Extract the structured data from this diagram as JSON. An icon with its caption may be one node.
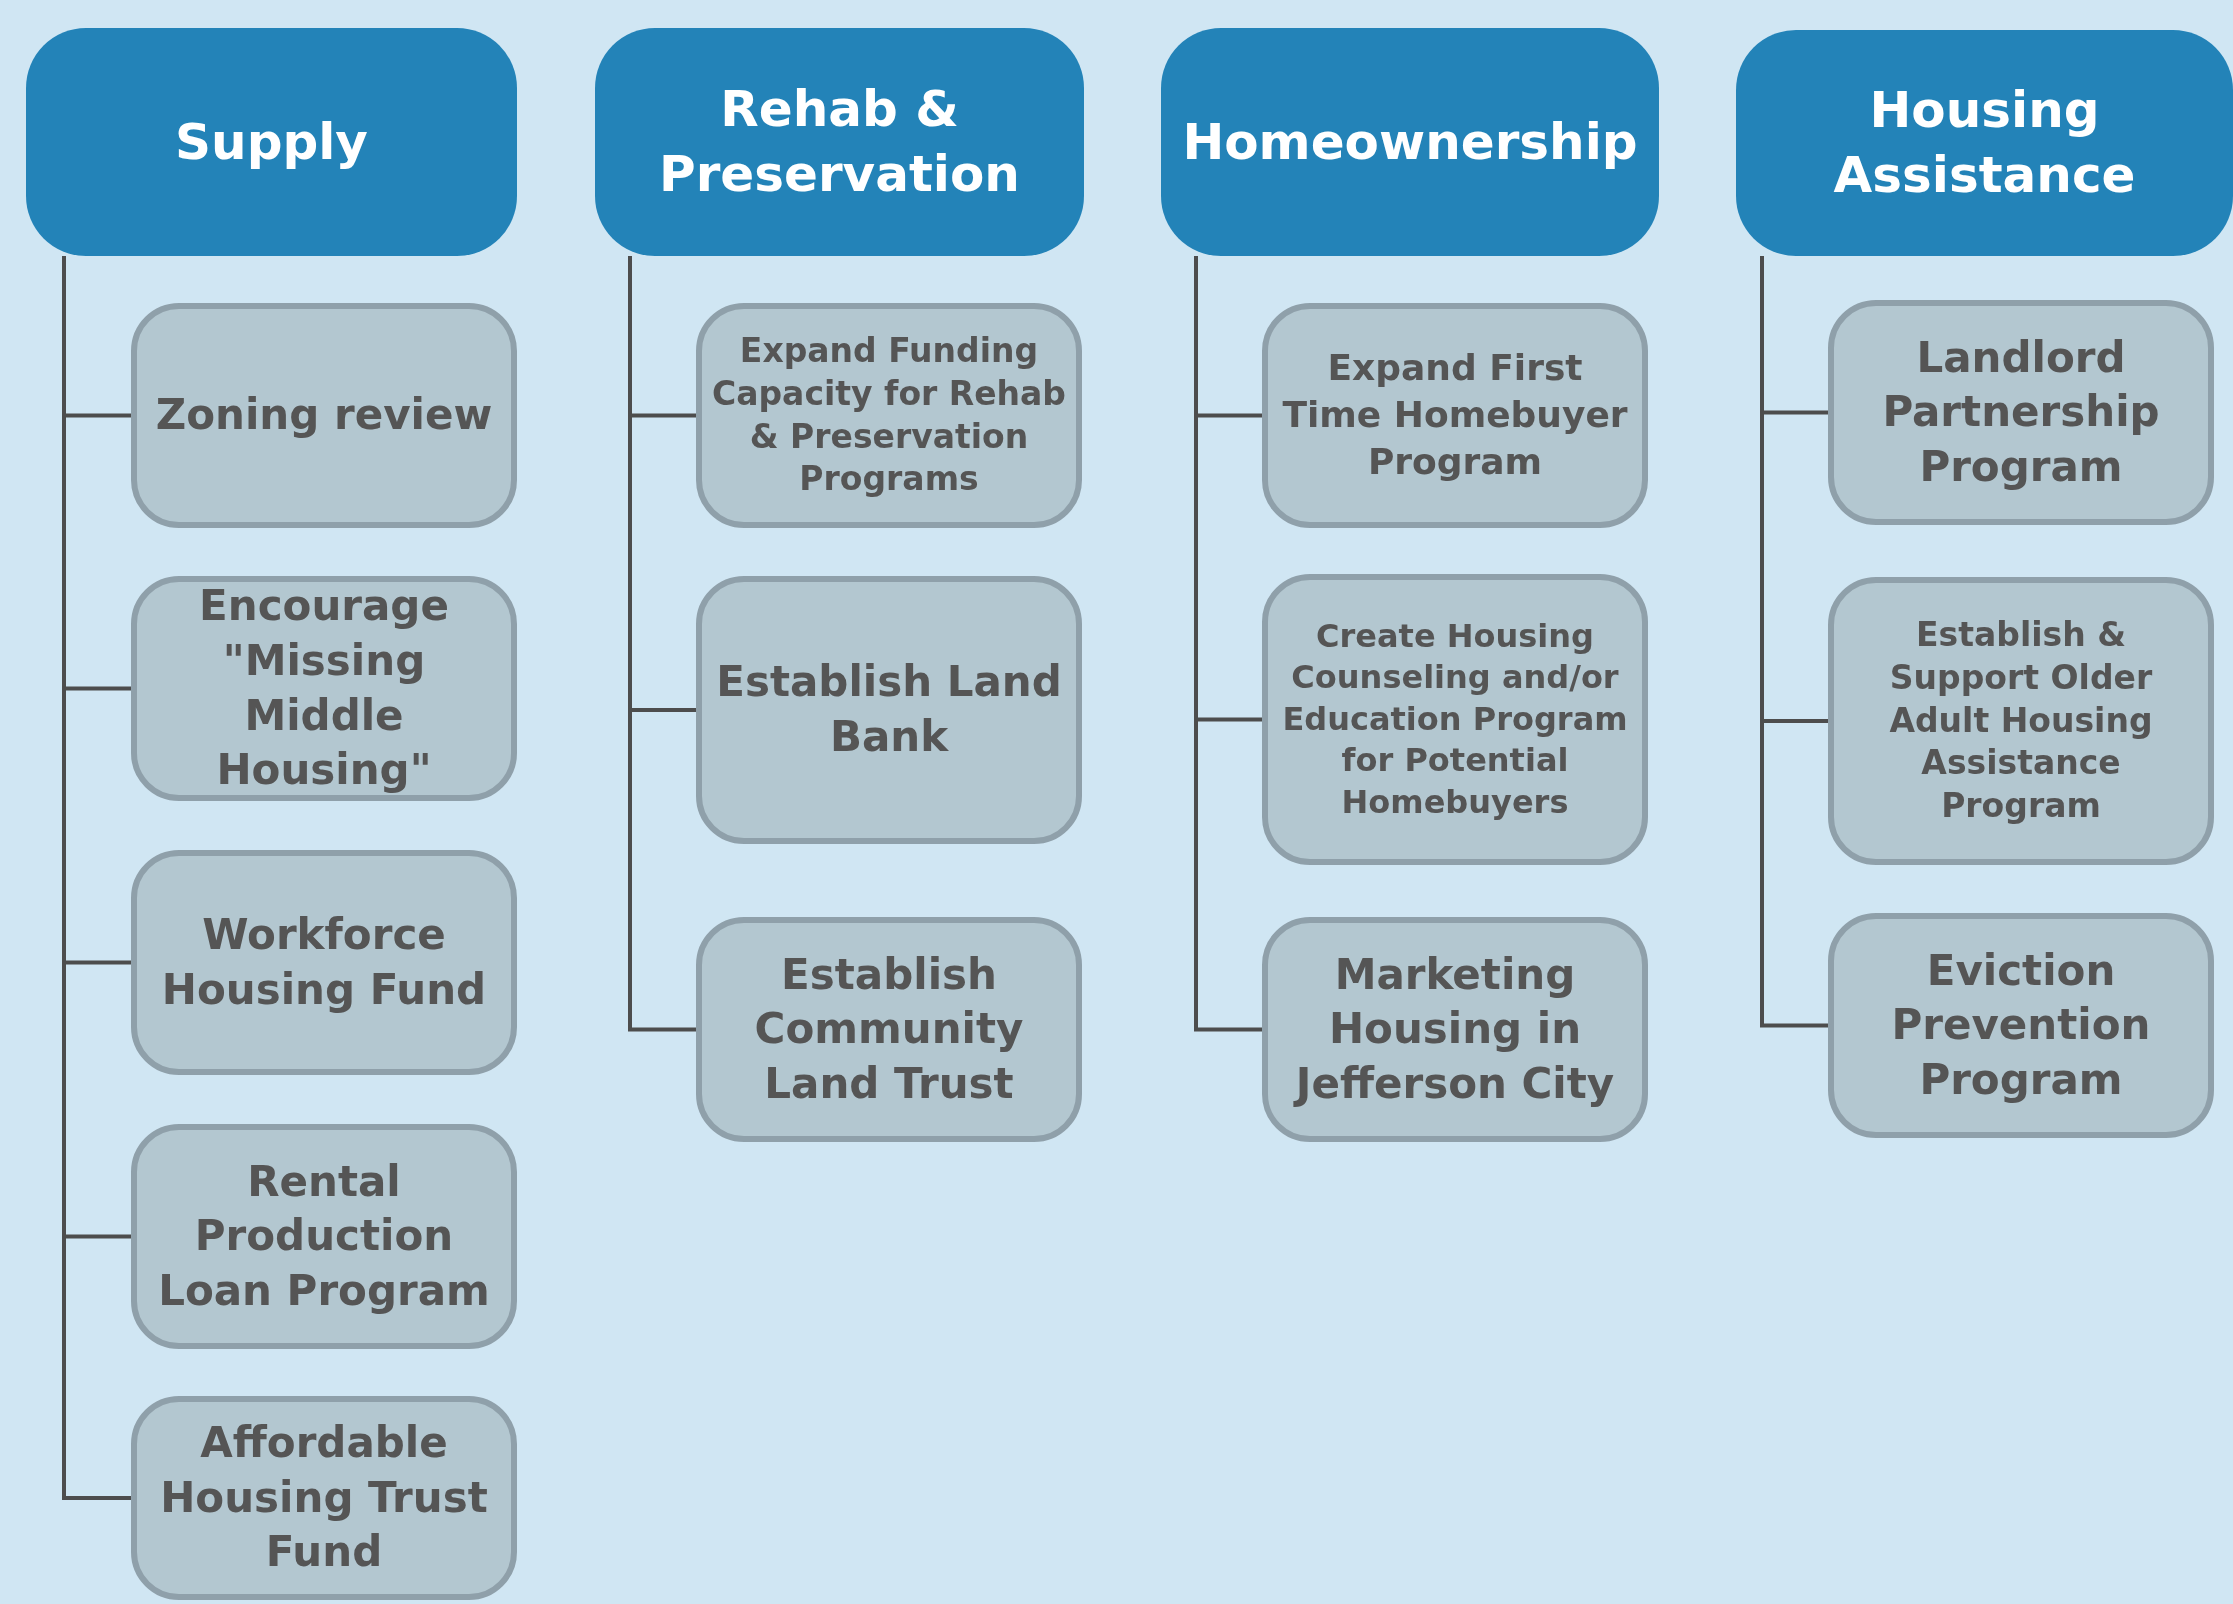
{
  "diagram": {
    "nodes": [
      {
        "text": [
          "Supply"
        ]
      },
      {
        "text": [
          "Zoning review"
        ]
      },
      {
        "text": [
          "Encourage \"Missing Middle Housing\""
        ]
      },
      {
        "text": [
          "Workforce Housing Fund"
        ]
      },
      {
        "text": [
          "Rental Production Loan Program"
        ]
      },
      {
        "text": [
          "Affordable Housing Trust Fund"
        ]
      },
      {
        "text": [
          "Rehab & Preservation"
        ]
      },
      {
        "text": [
          "Expand Funding Capacity for Rehab & Preservation Programs"
        ]
      },
      {
        "text": [
          "Establish Land Bank"
        ]
      },
      {
        "text": [
          "Establish Community Land Trust"
        ]
      },
      {
        "text": [
          "Homeownership"
        ]
      },
      {
        "text": [
          "Expand First Time Homebuyer Program"
        ]
      },
      {
        "text": [
          "Create Housing Counseling and/or Education Program for Potential Homebuyers"
        ]
      },
      {
        "text": [
          "Marketing Housing in Jefferson City"
        ]
      },
      {
        "text": [
          "Housing Assistance"
        ]
      },
      {
        "text": [
          "Landlord Partnership Program"
        ]
      },
      {
        "text": [
          "Establish & Support Older Adult Housing Assistance Program"
        ]
      },
      {
        "text": [
          "Eviction Prevention Program"
        ]
      }
    ],
    "edges": [
      {
        "from": 0,
        "to": 1,
        "arrow": "none"
      },
      {
        "from": 0,
        "to": 2,
        "arrow": "none"
      },
      {
        "from": 0,
        "to": 3,
        "arrow": "none"
      },
      {
        "from": 0,
        "to": 4,
        "arrow": "none"
      },
      {
        "from": 0,
        "to": 5,
        "arrow": "none"
      },
      {
        "from": 6,
        "to": 7,
        "arrow": "none"
      },
      {
        "from": 6,
        "to": 8,
        "arrow": "none"
      },
      {
        "from": 6,
        "to": 9,
        "arrow": "none"
      },
      {
        "from": 10,
        "to": 11,
        "arrow": "none"
      },
      {
        "from": 10,
        "to": 12,
        "arrow": "none"
      },
      {
        "from": 10,
        "to": 13,
        "arrow": "none"
      },
      {
        "from": 14,
        "to": 15,
        "arrow": "none"
      },
      {
        "from": 14,
        "to": 16,
        "arrow": "none"
      },
      {
        "from": 14,
        "to": 17,
        "arrow": "none"
      }
    ]
  }
}
